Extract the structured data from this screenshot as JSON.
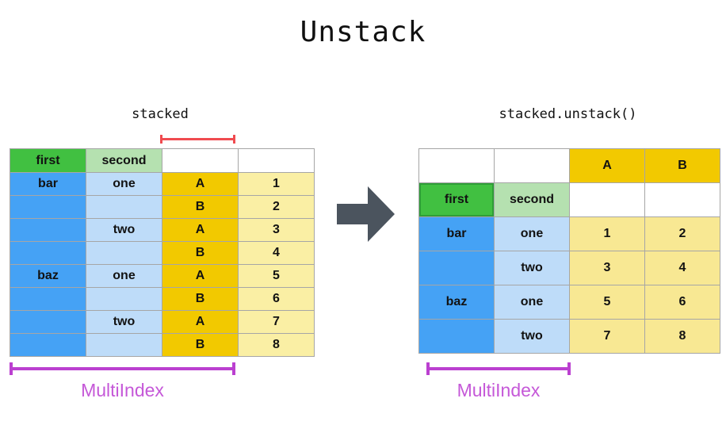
{
  "title": "Unstack",
  "left": {
    "label": "stacked",
    "header": [
      "first",
      "second",
      "",
      ""
    ],
    "rows": [
      [
        "bar",
        "one",
        "A",
        "1"
      ],
      [
        "",
        "",
        "B",
        "2"
      ],
      [
        "",
        "two",
        "A",
        "3"
      ],
      [
        "",
        "",
        "B",
        "4"
      ],
      [
        "baz",
        "one",
        "A",
        "5"
      ],
      [
        "",
        "",
        "B",
        "6"
      ],
      [
        "",
        "two",
        "A",
        "7"
      ],
      [
        "",
        "",
        "B",
        "8"
      ]
    ],
    "multiindex_label": "MultiIndex"
  },
  "right": {
    "label": "stacked.unstack()",
    "col_header": [
      "",
      "",
      "A",
      "B"
    ],
    "index_header": [
      "first",
      "second",
      "",
      ""
    ],
    "rows": [
      [
        "bar",
        "one",
        "1",
        "2"
      ],
      [
        "",
        "two",
        "3",
        "4"
      ],
      [
        "baz",
        "one",
        "5",
        "6"
      ],
      [
        "",
        "two",
        "7",
        "8"
      ]
    ],
    "multiindex_label": "MultiIndex"
  },
  "icons": {
    "arrow": "arrow-right-icon"
  },
  "colors": {
    "index_level1": "#45a2f5",
    "index_level2": "#bedcf9",
    "header_first": "#41c041",
    "header_second": "#b5e1b0",
    "column_level": "#f2c900",
    "values_left": "#faefa4",
    "values_right": "#f8e893",
    "red_bracket": "#f04b50",
    "magenta": "#bb40d0",
    "arrow": "#4b545e"
  }
}
